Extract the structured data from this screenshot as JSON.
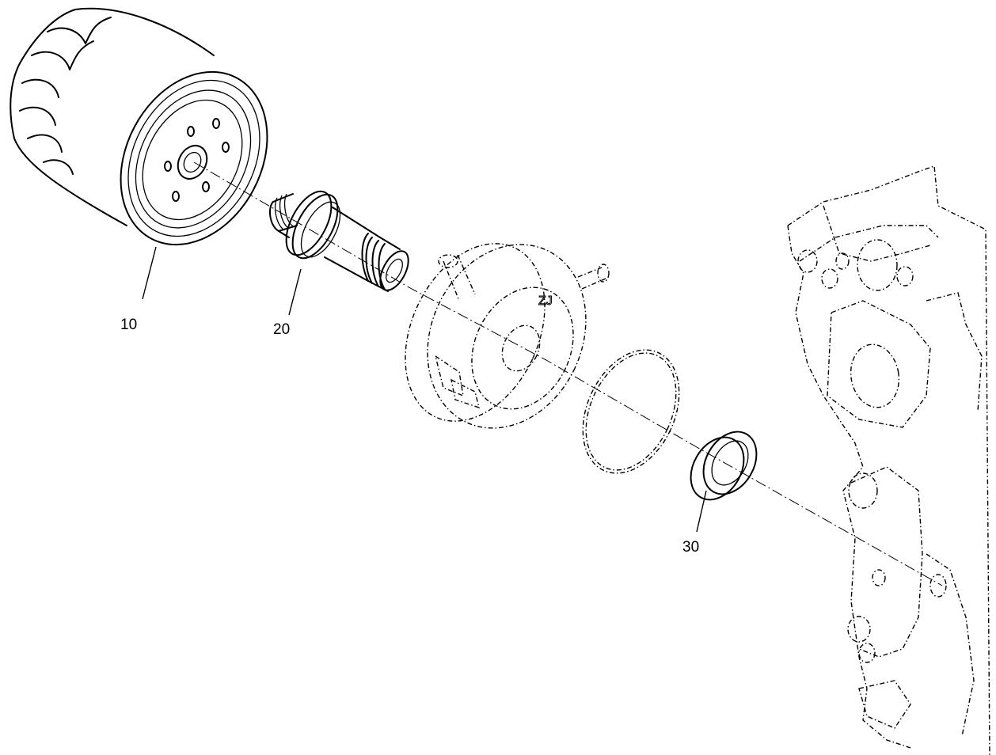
{
  "callouts": {
    "oil_filter": "10",
    "fitting": "20",
    "seal_ring": "30"
  },
  "colors": {
    "line": "#000000",
    "background": "#ffffff"
  }
}
